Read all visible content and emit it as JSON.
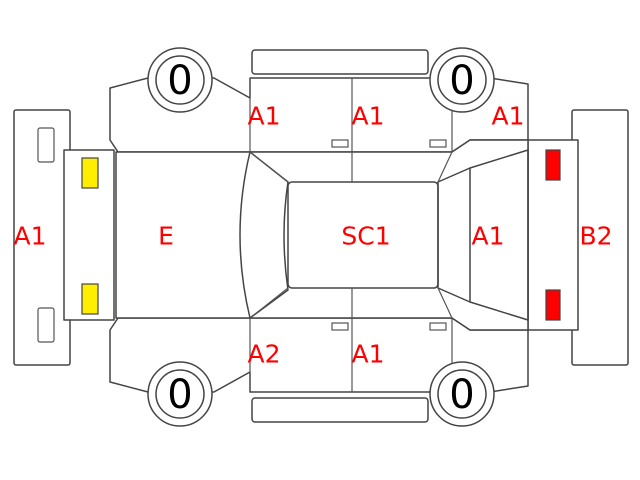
{
  "colors": {
    "label": "#ff0000",
    "lamp_front": "#ffee00",
    "lamp_rear": "#ff0000",
    "outline": "#444444"
  },
  "labels": {
    "front_bumper": "A1",
    "hood": "E",
    "roof": "SC1",
    "rear_glass": "A1",
    "rear_bumper": "B2",
    "top_front_door": "A1",
    "top_rear_door": "A1",
    "top_rear_fender": "A1",
    "bottom_front_door": "A2",
    "bottom_rear_door": "A1"
  },
  "tires": {
    "top_front": "0",
    "top_rear": "0",
    "bottom_front": "0",
    "bottom_rear": "0"
  }
}
